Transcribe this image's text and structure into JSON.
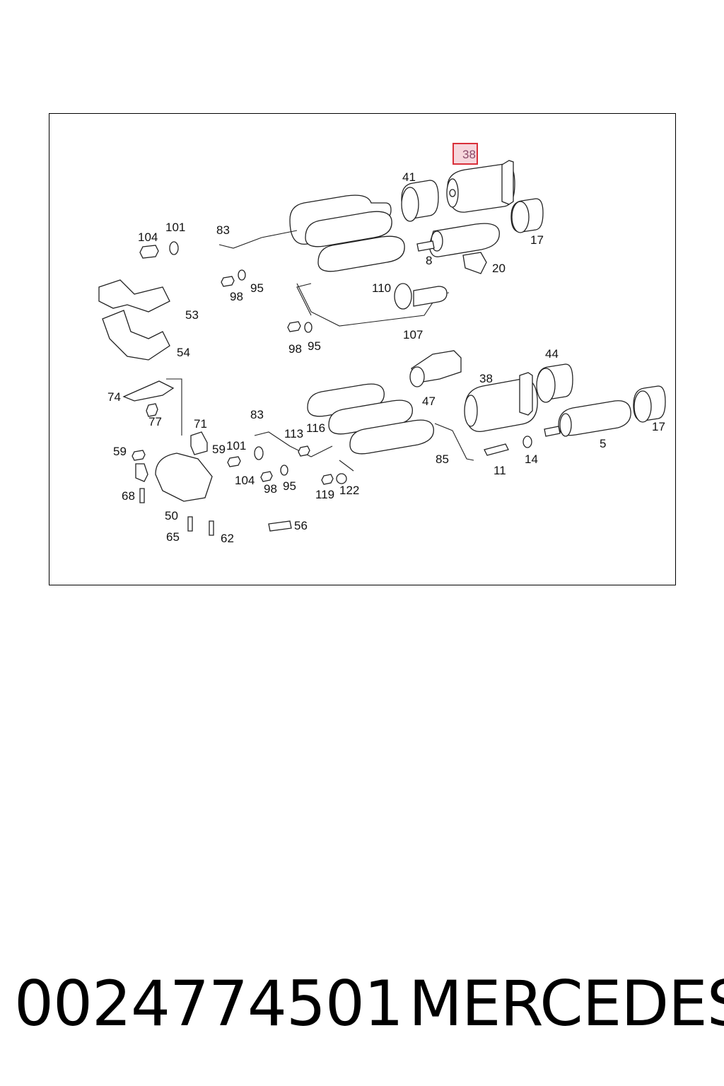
{
  "diagram": {
    "highlighted_part": "38",
    "highlight_color": "#d9303a",
    "labels": [
      "38",
      "41",
      "17",
      "8",
      "20",
      "104",
      "101",
      "83",
      "98",
      "95",
      "110",
      "107",
      "53",
      "54",
      "98",
      "95",
      "44",
      "47",
      "38",
      "17",
      "5",
      "85",
      "11",
      "14",
      "74",
      "77",
      "71",
      "59",
      "83",
      "113",
      "116",
      "101",
      "59",
      "104",
      "98",
      "95",
      "119",
      "122",
      "68",
      "50",
      "56",
      "65",
      "62"
    ]
  },
  "caption": {
    "part_number": "0024774501",
    "brand": "MERCEDES"
  }
}
